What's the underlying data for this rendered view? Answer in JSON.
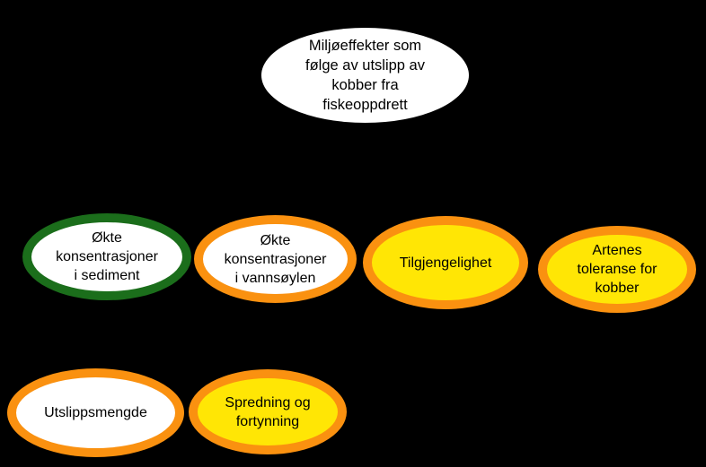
{
  "canvas": {
    "background_color": "#000000",
    "text_color": "#000000"
  },
  "colors": {
    "fill_white": "#ffffff",
    "fill_yellow": "#ffe605",
    "border_green": "#1b6e1b",
    "border_orange": "#fa9110",
    "border_black": "#000000"
  },
  "nodes": {
    "root": {
      "label": "Miljøeffekter som\nfølge av utslipp av\nkobber fra\nfiskeoppdrett",
      "fill": "#ffffff",
      "border": "#000000"
    },
    "sediment": {
      "label": "Økte\nkonsentrasjoner\ni sediment",
      "fill": "#ffffff",
      "border": "#1b6e1b"
    },
    "vannsoylen": {
      "label": "Økte\nkonsentrasjoner\ni vannsøylen",
      "fill": "#ffffff",
      "border": "#fa9110"
    },
    "tilgjengelighet": {
      "label": "Tilgjengelighet",
      "fill": "#ffe605",
      "border": "#fa9110"
    },
    "artenes": {
      "label": "Artenes\ntoleranse for\nkobber",
      "fill": "#ffe605",
      "border": "#fa9110"
    },
    "utslippsmengde": {
      "label": "Utslippsmengde",
      "fill": "#ffffff",
      "border": "#fa9110"
    },
    "spredning": {
      "label": "Spredning og\nfortynning",
      "fill": "#ffe605",
      "border": "#fa9110"
    }
  }
}
